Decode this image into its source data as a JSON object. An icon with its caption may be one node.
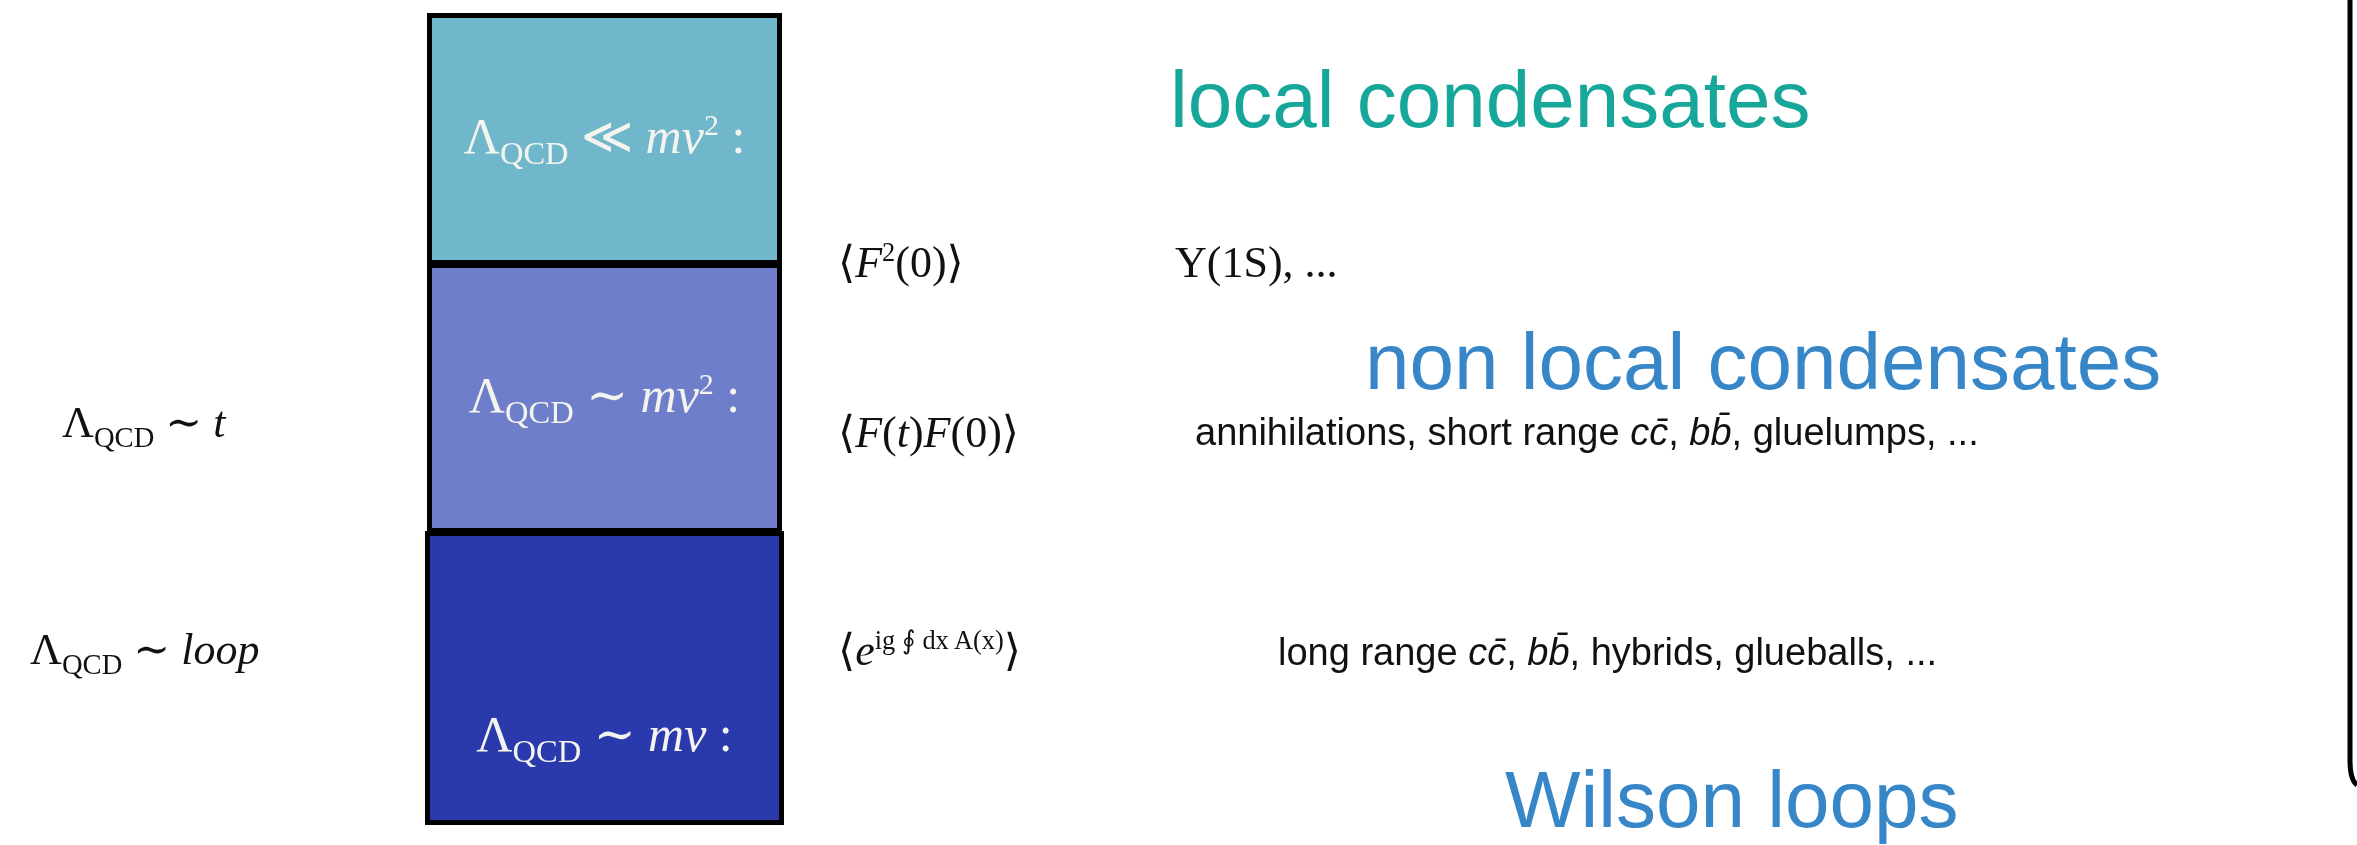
{
  "diagram": {
    "nodes": [
      {
        "text": [
          "Λ$_{QCD}$ ≪ *mv*$^{2}$ :"
        ]
      },
      {
        "text": [
          "Λ$_{QCD}$ ∼ *mv*$^{2}$ :"
        ]
      },
      {
        "text": [
          "Λ$_{QCD}$ ∼ *mv* :"
        ]
      }
    ],
    "edges": [],
    "labels": [
      "local condensates",
      "⟨*F*$^{2}$(0)⟩",
      "Υ(1S), ...",
      "non local condensates",
      "Λ$_{QCD}$ ∼ *t*",
      "⟨*F*(*t*)*F*(0)⟩",
      "annihilations, short range *cc̄*, *bb̄*, gluelumps, ...",
      "Λ$_{QCD}$ ∼ *loop*",
      "⟨*e*$^{ig ∮ dx A(x)}$⟩",
      "long range *cc̄*, *bb̄*, hybrids, glueballs, ...",
      "Wilson loops"
    ]
  }
}
